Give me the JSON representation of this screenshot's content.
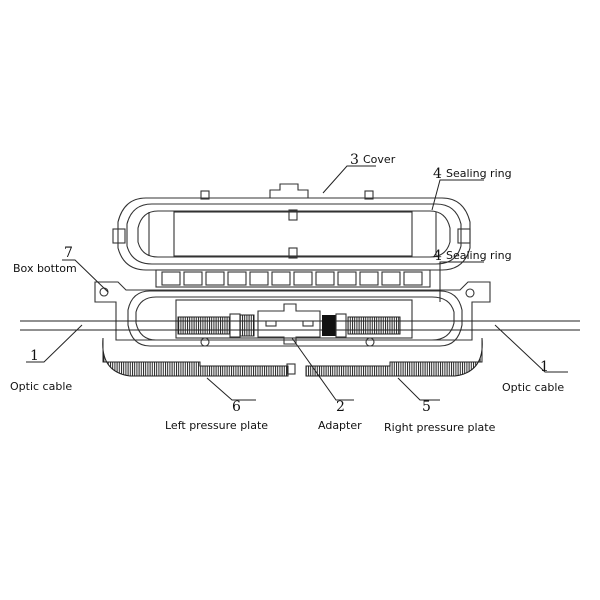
{
  "callouts": {
    "cover": {
      "number": "3",
      "label": "Cover"
    },
    "sealing_ring_top": {
      "number": "4",
      "label": "Sealing ring"
    },
    "sealing_ring_bottom": {
      "number": "4",
      "label": "Sealing ring"
    },
    "box_bottom": {
      "number": "7",
      "label": "Box bottom"
    },
    "optic_cable_left": {
      "number": "1",
      "label": "Optic cable"
    },
    "optic_cable_right": {
      "number": "1",
      "label": "Optic cable"
    },
    "left_pressure_plate": {
      "number": "6",
      "label": "Left pressure plate"
    },
    "adapter": {
      "number": "2",
      "label": "Adapter"
    },
    "right_pressure_plate": {
      "number": "5",
      "label": "Right pressure plate"
    }
  }
}
